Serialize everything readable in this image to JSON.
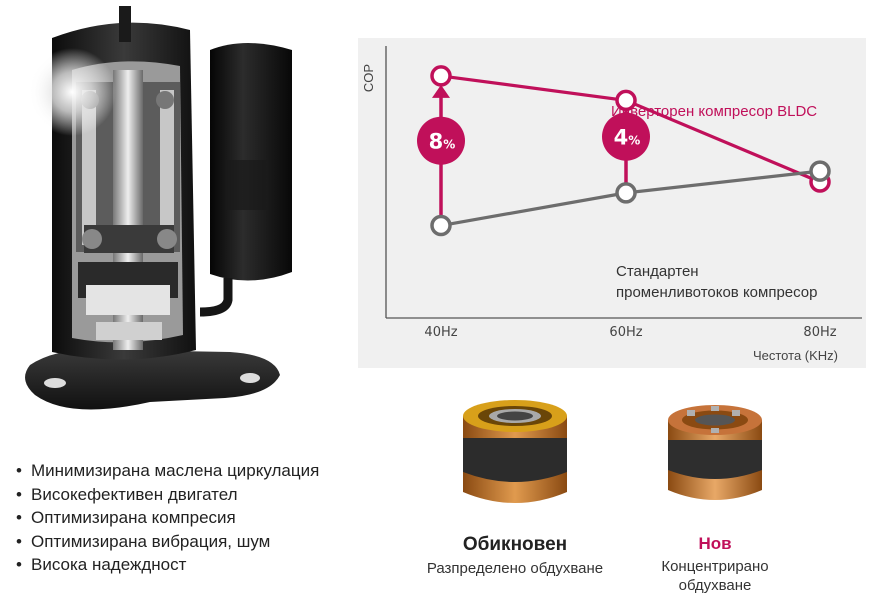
{
  "chart_data": {
    "type": "line",
    "ylabel": "COP",
    "xlabel": "Честота (KHz)",
    "categories": [
      "40Hz",
      "60Hz",
      "80Hz"
    ],
    "ylim": [
      0,
      100
    ],
    "series": [
      {
        "name": "Инверторен компресор BLDC",
        "values": [
          89,
          80,
          50
        ],
        "color": "#c0105a"
      },
      {
        "name": "Стандартен променливотоков компресор",
        "values": [
          34,
          46,
          54
        ],
        "color": "#6d6d6d"
      }
    ],
    "annotations": [
      {
        "category": "40Hz",
        "number": "8",
        "unit": "%"
      },
      {
        "category": "60Hz",
        "number": "4",
        "unit": "%"
      }
    ],
    "grid": false
  },
  "colors": {
    "accent": "#c0105a",
    "secondary": "#6d6d6d",
    "panel": "#f0f0f0"
  },
  "features": [
    "Минимизирана маслена циркулация",
    "Високефективен двигател",
    "Оптимизирана компресия",
    "Оптимизирана вибрация, шум",
    "Висока надеждност"
  ],
  "products": {
    "standard": {
      "title": "Обикновен",
      "desc": "Разпределено обдухване"
    },
    "new": {
      "title": "Нов",
      "desc": "Концентрирано обдухване"
    }
  }
}
